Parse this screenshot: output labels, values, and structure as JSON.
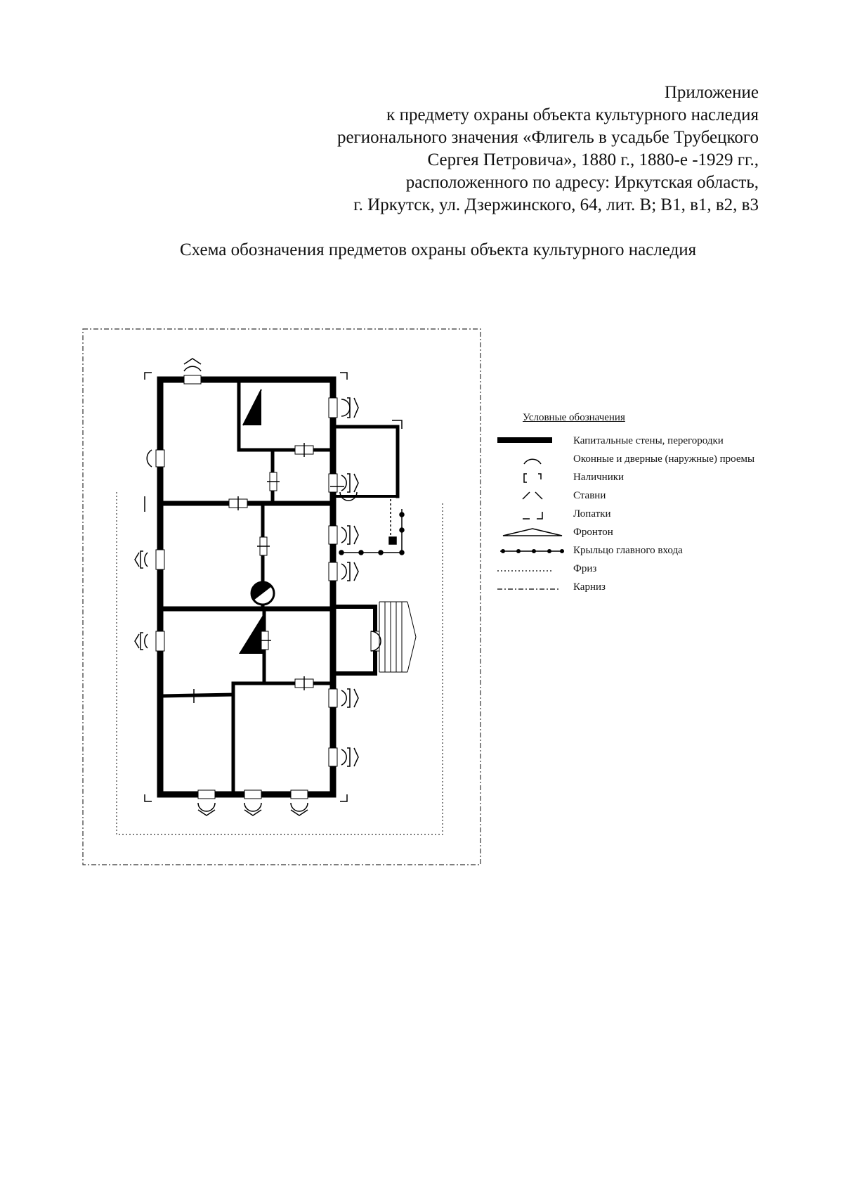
{
  "header": {
    "lines": [
      "Приложение",
      "к предмету охраны объекта культурного наследия",
      "регионального значения «Флигель в усадьбе Трубецкого",
      "Сергея Петровича», 1880 г., 1880-е -1929 гг.,",
      "расположенного по адресу: Иркутская область,",
      "г. Иркутск, ул. Дзержинского, 64, лит. В; В1, в1, в2, в3"
    ]
  },
  "caption": "Схема обозначения предметов охраны объекта культурного наследия",
  "legend": {
    "title": "Условные обозначения",
    "items": [
      {
        "symbol": "wall-symbol",
        "label": "Капитальные стены, перегородки"
      },
      {
        "symbol": "opening-symbol",
        "label": "Оконные и дверные (наружные) проемы"
      },
      {
        "symbol": "casing-symbol",
        "label": "Наличники"
      },
      {
        "symbol": "shutters-symbol",
        "label": "Ставни"
      },
      {
        "symbol": "pilaster-symbol",
        "label": "Лопатки"
      },
      {
        "symbol": "pediment-symbol",
        "label": "Фронтон"
      },
      {
        "symbol": "porch-symbol",
        "label": "Крыльцо главного входа"
      },
      {
        "symbol": "frieze-symbol",
        "label": "Фриз"
      },
      {
        "symbol": "cornice-symbol",
        "label": "Карниз"
      }
    ]
  }
}
